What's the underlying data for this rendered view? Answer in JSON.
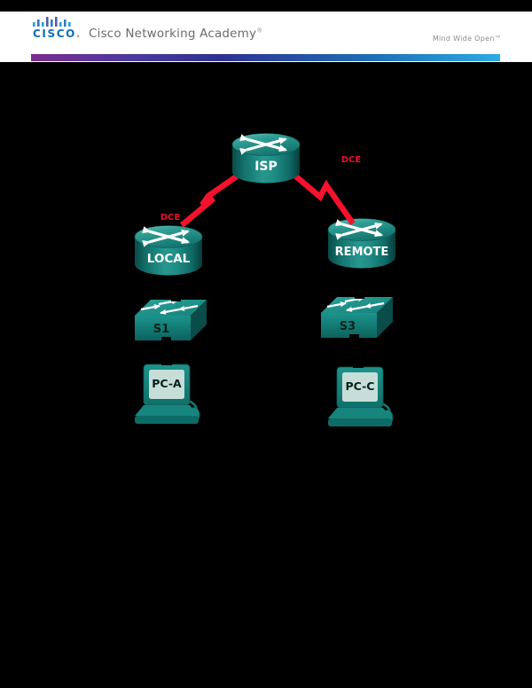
{
  "page": {
    "background": "#000000"
  },
  "header": {
    "logo": {
      "brand": "CISCO",
      "suffix": ".",
      "bars_color": "#29a0da"
    },
    "academy_title": "Cisco Networking Academy",
    "registered_mark": "®",
    "slogan": "Mind Wide Open™",
    "gradient_colors": [
      "#7b2c90",
      "#2e3192",
      "#1e6cb5",
      "#2bace3"
    ]
  },
  "topology": {
    "devices": [
      {
        "id": "ISP",
        "type": "router",
        "label": "ISP"
      },
      {
        "id": "LOCAL",
        "type": "router",
        "label": "LOCAL"
      },
      {
        "id": "REMOTE",
        "type": "router",
        "label": "REMOTE"
      },
      {
        "id": "S1",
        "type": "switch",
        "label": "S1"
      },
      {
        "id": "S3",
        "type": "switch",
        "label": "S3"
      },
      {
        "id": "PC-A",
        "type": "pc",
        "label": "PC-A"
      },
      {
        "id": "PC-C",
        "type": "pc",
        "label": "PC-C"
      }
    ],
    "links": [
      {
        "from": "ISP",
        "to": "LOCAL",
        "type": "serial",
        "label": "DCE"
      },
      {
        "from": "ISP",
        "to": "REMOTE",
        "type": "serial",
        "label": "DCE"
      }
    ],
    "colors": {
      "device_teal": "#16837d",
      "serial_link_red": "#f5122d",
      "device_label_white": "#ffffff"
    }
  }
}
